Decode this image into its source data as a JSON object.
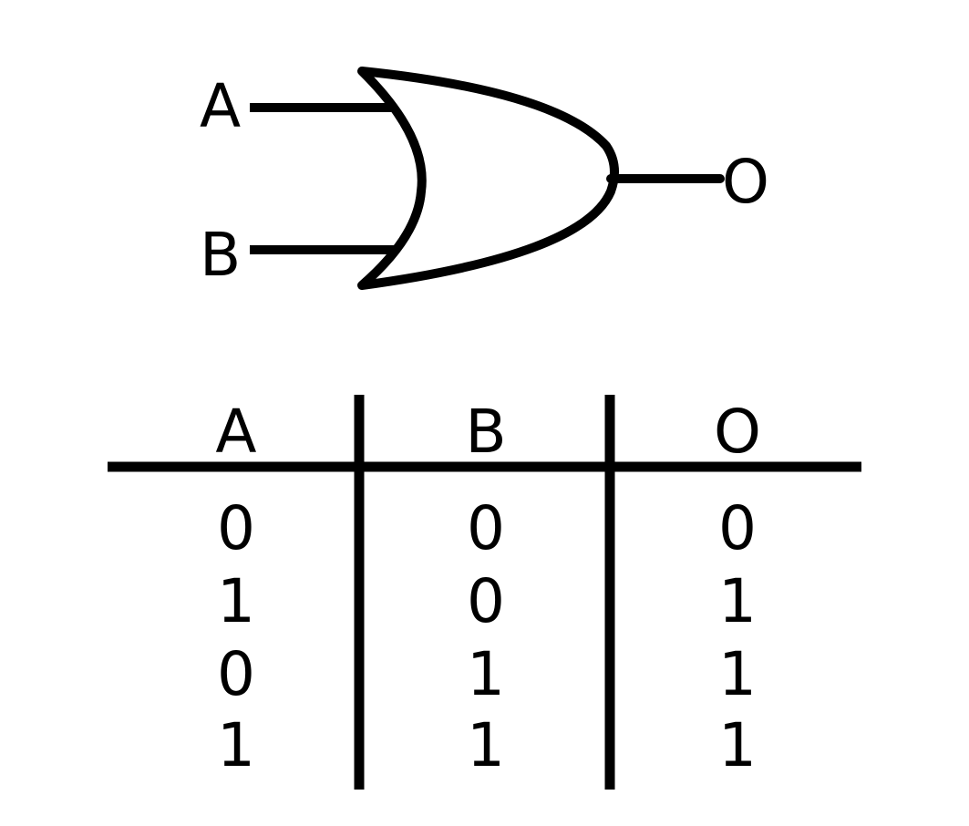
{
  "gate": {
    "input_a": "A",
    "input_b": "B",
    "output": "O"
  },
  "truth_table": {
    "headers": [
      "A",
      "B",
      "O"
    ],
    "rows": [
      [
        "0",
        "0",
        "0"
      ],
      [
        "1",
        "0",
        "1"
      ],
      [
        "0",
        "1",
        "1"
      ],
      [
        "1",
        "1",
        "1"
      ]
    ]
  },
  "colors": {
    "ink": "#000000",
    "background": "#ffffff"
  }
}
